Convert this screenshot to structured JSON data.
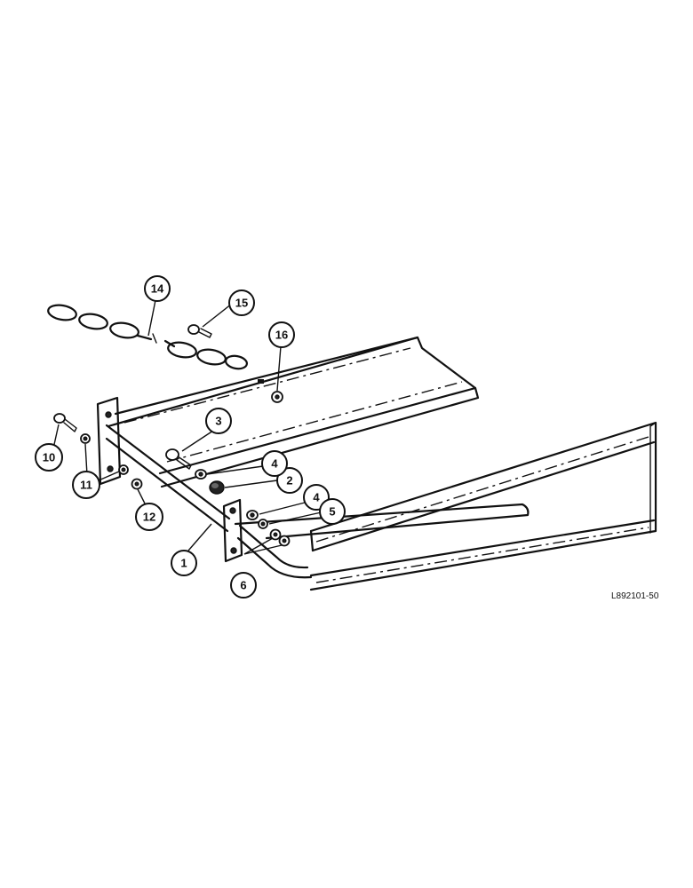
{
  "figure_ref": "L892101-50",
  "callouts": [
    {
      "id": "c1",
      "label": "1"
    },
    {
      "id": "c2",
      "label": "2"
    },
    {
      "id": "c3",
      "label": "3"
    },
    {
      "id": "c4a",
      "label": "4"
    },
    {
      "id": "c4b",
      "label": "4"
    },
    {
      "id": "c5",
      "label": "5"
    },
    {
      "id": "c6",
      "label": "6"
    },
    {
      "id": "c10",
      "label": "10"
    },
    {
      "id": "c11",
      "label": "11"
    },
    {
      "id": "c12",
      "label": "12"
    },
    {
      "id": "c14",
      "label": "14"
    },
    {
      "id": "c15",
      "label": "15"
    },
    {
      "id": "c16",
      "label": "16"
    }
  ]
}
